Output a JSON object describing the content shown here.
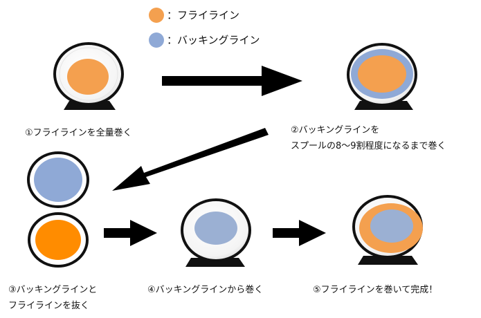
{
  "legend": {
    "items": [
      {
        "text": "：フライライン",
        "color": "#F4A04F",
        "icon": "orange-circle"
      },
      {
        "text": "：バッキングライン",
        "color": "#8FA9D6",
        "icon": "blue-circle"
      }
    ]
  },
  "steps": {
    "step1": "①フライラインを全量巻く",
    "step2_line1": "②バッキングラインを",
    "step2_line2": "スプールの8～9割程度になるまで巻く",
    "step3_line1": "③バッキングラインと",
    "step3_line2": "フライラインを抜く",
    "step4": "④バッキングラインから巻く",
    "step5": "⑤フライラインを巻いて完成！"
  },
  "colors": {
    "fly_line": "#F4A04F",
    "fly_line_strong": "#FF8C00",
    "backing_line": "#8FA9D6",
    "backing_line_light": "#9BB0D3",
    "reel_base": "#111111",
    "arrow": "#000000"
  }
}
